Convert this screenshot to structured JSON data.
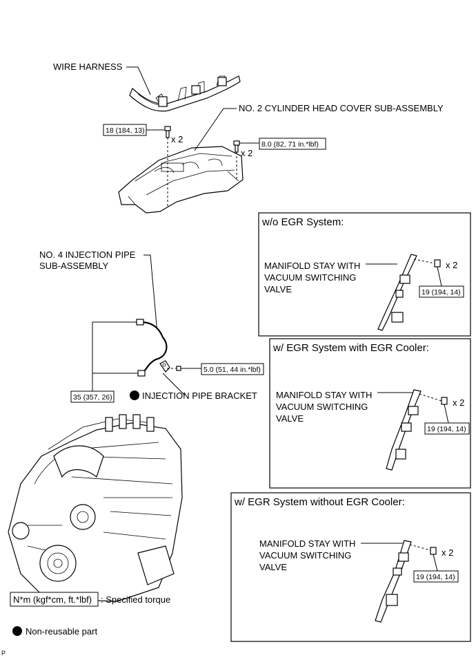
{
  "labels": {
    "wire_harness": "WIRE HARNESS",
    "head_cover": "NO. 2 CYLINDER HEAD COVER SUB-ASSEMBLY",
    "injection_pipe_1": "NO. 4 INJECTION PIPE",
    "injection_pipe_2": "SUB-ASSEMBLY",
    "injection_bracket": "INJECTION PIPE BRACKET",
    "qty_x2": "x 2"
  },
  "torques": {
    "head_cover_left": "18 (184, 13)",
    "head_cover_right": "8.0 (82, 71 in.*lbf)",
    "injection_pipe": "35 (357, 26)",
    "bracket": "5.0 (51, 44 in.*lbf)",
    "manifold_stay": "19 (194, 14)"
  },
  "panels": [
    {
      "title": "w/o EGR System:",
      "part_line1": "MANIFOLD STAY WITH",
      "part_line2": "VACUUM SWITCHING",
      "part_line3": "VALVE",
      "qty": "x 2",
      "torque": "19 (194, 14)"
    },
    {
      "title": "w/ EGR System with EGR Cooler:",
      "part_line1": "MANIFOLD STAY WITH",
      "part_line2": "VACUUM SWITCHING",
      "part_line3": "VALVE",
      "qty": "x 2",
      "torque": "19 (194, 14)"
    },
    {
      "title": "w/ EGR System without EGR Cooler:",
      "part_line1": "MANIFOLD STAY WITH",
      "part_line2": "VACUUM SWITCHING",
      "part_line3": "VALVE",
      "qty": "x 2",
      "torque": "19 (194, 14)"
    }
  ],
  "legend": {
    "torque_unit": "N*m (kgf*cm, ft.*lbf)",
    "torque_desc": ": Specified torque",
    "nonreusable_desc": "Non-reusable part"
  },
  "footer": {
    "code": "P"
  }
}
